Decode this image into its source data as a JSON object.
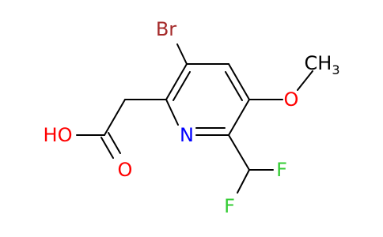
{
  "colors": {
    "bond": "#000000",
    "bromine": "#a52a2a",
    "nitrogen": "#0000ff",
    "oxygen": "#ff0000",
    "fluorine": "#33cc33"
  },
  "atoms": {
    "br": "Br",
    "n": "N",
    "o_methoxy": "O",
    "ch3_main": "CH",
    "ch3_sub": "3",
    "o_carbonyl": "O",
    "oh_main": "HO",
    "f_top": "F",
    "f_bottom": "F"
  }
}
